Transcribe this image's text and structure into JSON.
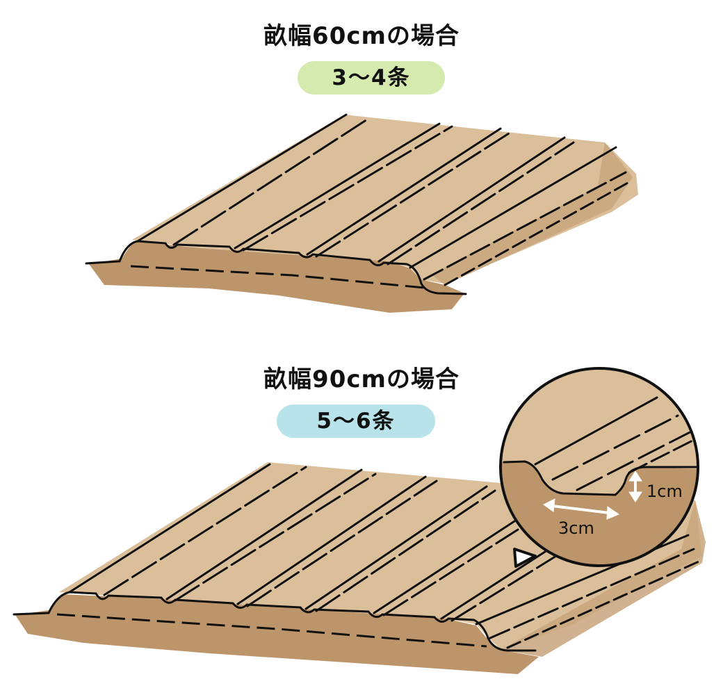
{
  "sections": [
    {
      "title": "畝幅60cmの場合",
      "rows_label": "3～4条"
    },
    {
      "title": "畝幅90cmの場合",
      "rows_label": "5～6条"
    }
  ],
  "detail": {
    "depth_label": "1cm",
    "width_label": "3cm"
  },
  "colors": {
    "bed_top": "#dbbf9b",
    "bed_side": "#bd956b",
    "outline": "#111111",
    "pill_top": "#d4eaae",
    "pill_bottom": "#b9e3ea"
  }
}
